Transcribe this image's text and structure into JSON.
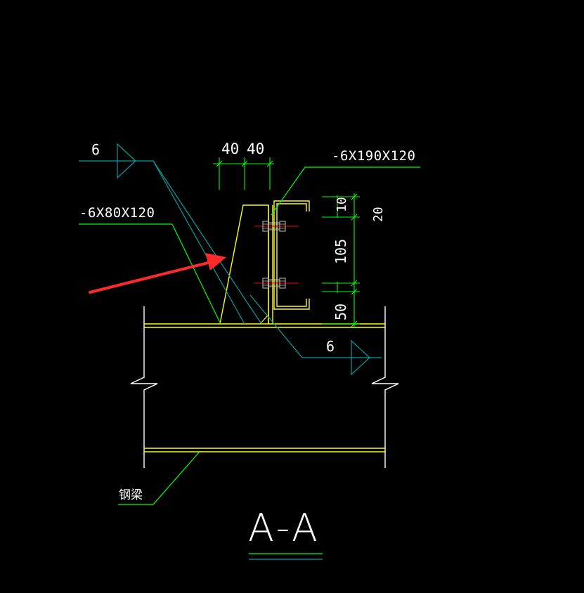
{
  "drawing": {
    "section_title": "A-A",
    "weld_label_left": "6",
    "weld_label_right": "6",
    "plate_label_left": "-6X80X120",
    "plate_label_right": "-6X190X120",
    "beam_label": "钢梁",
    "dim_top_1": "40",
    "dim_top_2": "40",
    "dim_right_1": "10",
    "dim_right_2": "20",
    "dim_right_3": "105",
    "dim_right_4": "50"
  },
  "colors": {
    "background": "#000000",
    "yellow": "#ffff00",
    "green": "#00ff00",
    "cyan": "#00a0a0",
    "white": "#ffffff",
    "red": "#ff2a2a",
    "centerline": "#ff0000"
  }
}
